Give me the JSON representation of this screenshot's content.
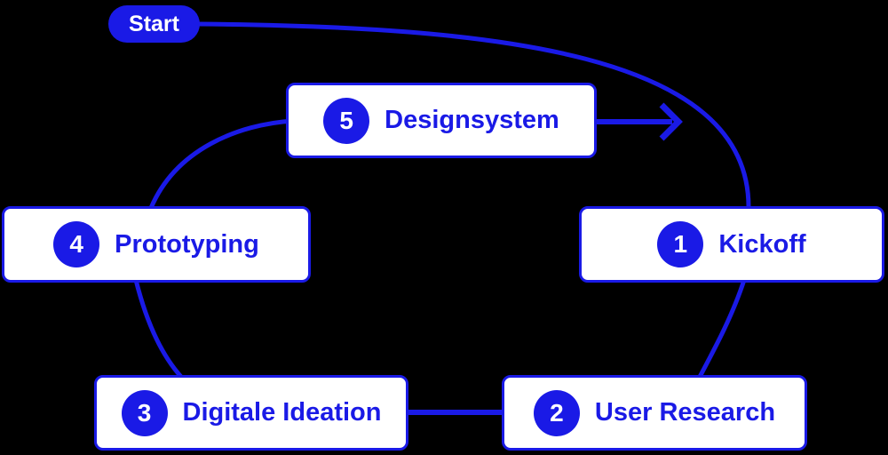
{
  "diagram": {
    "background_color": "#000000",
    "accent_color": "#1A1AE6",
    "box_fill_color": "#FFFFFF",
    "start": {
      "label": "Start"
    },
    "steps": [
      {
        "number": "1",
        "label": "Kickoff"
      },
      {
        "number": "2",
        "label": "User Research"
      },
      {
        "number": "3",
        "label": "Digitale Ideation"
      },
      {
        "number": "4",
        "label": "Prototyping"
      },
      {
        "number": "5",
        "label": "Designsystem"
      }
    ]
  }
}
